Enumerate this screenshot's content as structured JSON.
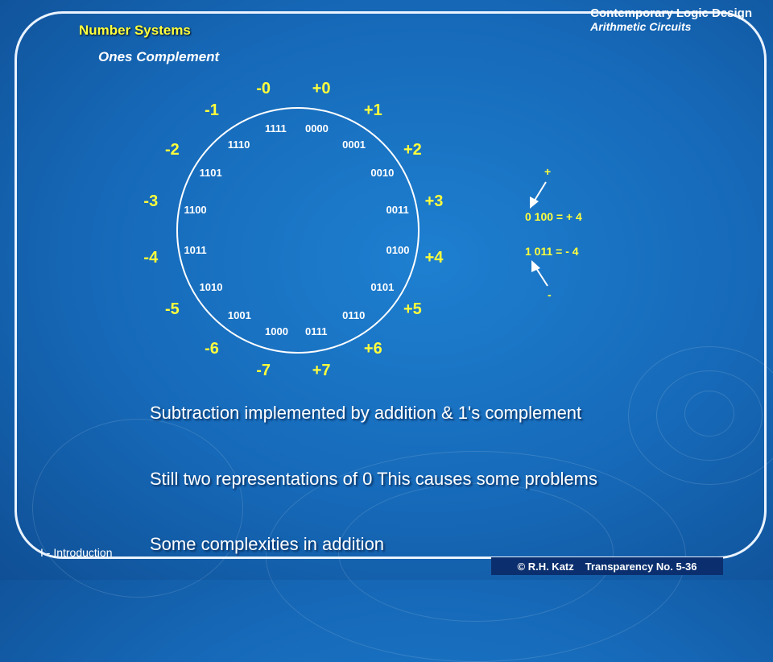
{
  "header": {
    "course": "Contemporary Logic Design",
    "topic": "Arithmetic Circuits"
  },
  "section": {
    "title": "Number Systems",
    "subtitle": "Ones Complement"
  },
  "wheel": {
    "decimal": [
      "+0",
      "+1",
      "+2",
      "+3",
      "+4",
      "+5",
      "+6",
      "+7",
      "-7",
      "-6",
      "-5",
      "-4",
      "-3",
      "-2",
      "-1",
      "-0"
    ],
    "binary": [
      "0000",
      "0001",
      "0010",
      "0011",
      "0100",
      "0101",
      "0110",
      "0111",
      "1000",
      "1001",
      "1010",
      "1011",
      "1100",
      "1101",
      "1110",
      "1111"
    ]
  },
  "example": {
    "plus_sign": "+",
    "line1": "0 100 = + 4",
    "line2": "1 011 = - 4",
    "minus_sign": "-"
  },
  "bullets": [
    "Subtraction implemented by addition & 1's complement",
    "Still two representations of 0  This causes some problems",
    "Some complexities in addition"
  ],
  "footer": {
    "left": "I - Introduction",
    "copyright": "© R.H. Katz",
    "transparency": "Transparency No. 5-36"
  }
}
